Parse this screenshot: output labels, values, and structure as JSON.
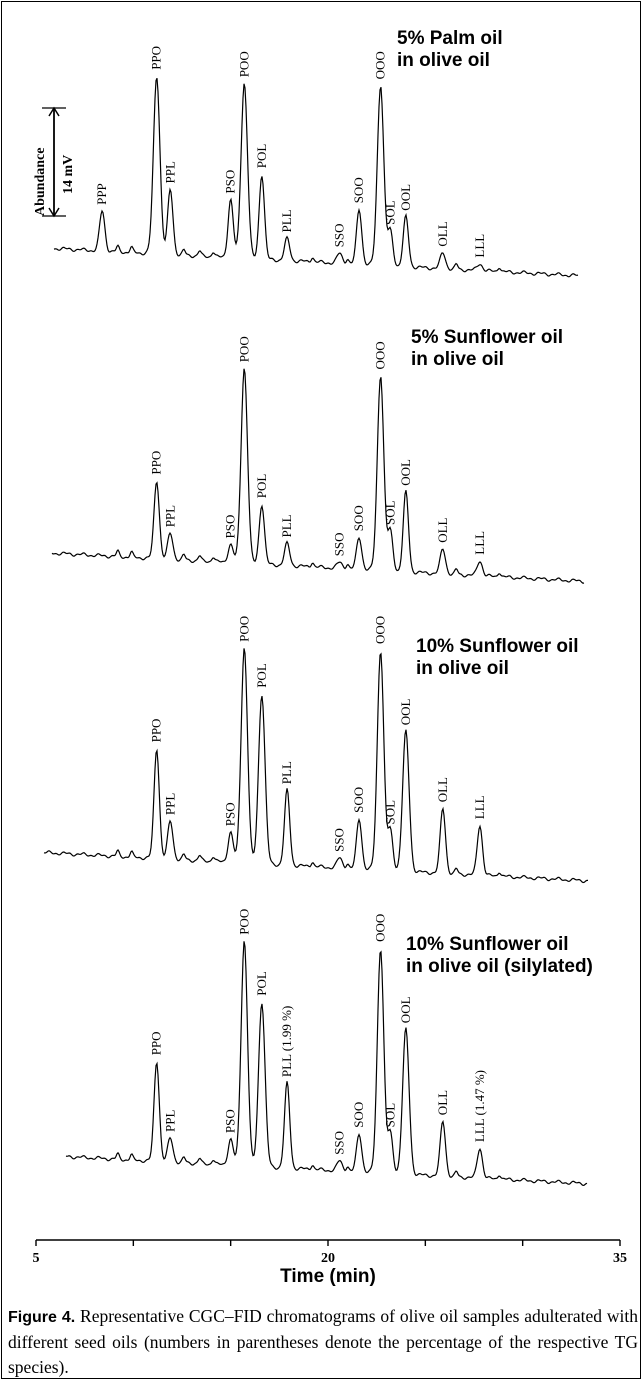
{
  "chart_data": {
    "type": "line",
    "x_axis": {
      "label": "Time (min)",
      "ticks": [
        5,
        20,
        35
      ],
      "range": [
        5,
        35
      ]
    },
    "scale_bar": {
      "axis_label": "Abundance",
      "value_label": "14 mV"
    },
    "panels": [
      {
        "title_lines": [
          "5% Palm oil",
          "in olive oil"
        ],
        "peaks": [
          {
            "label": "PPP",
            "time": 8.4
          },
          {
            "label": "PPO",
            "time": 11.2
          },
          {
            "label": "PPL",
            "time": 11.9
          },
          {
            "label": "PSO",
            "time": 15.0
          },
          {
            "label": "POO",
            "time": 15.7
          },
          {
            "label": "POL",
            "time": 16.6
          },
          {
            "label": "PLL",
            "time": 17.9
          },
          {
            "label": "SSO",
            "time": 20.6
          },
          {
            "label": "SOO",
            "time": 21.6
          },
          {
            "label": "OOO",
            "time": 22.7
          },
          {
            "label": "SOL",
            "time": 23.2
          },
          {
            "label": "OOL",
            "time": 24.0
          },
          {
            "label": "OLL",
            "time": 25.9
          },
          {
            "label": "LLL",
            "time": 27.8
          }
        ]
      },
      {
        "title_lines": [
          "5% Sunflower oil",
          "in olive oil"
        ],
        "peaks": [
          {
            "label": "PPO",
            "time": 11.2
          },
          {
            "label": "PPL",
            "time": 11.9
          },
          {
            "label": "PSO",
            "time": 15.0
          },
          {
            "label": "POO",
            "time": 15.7
          },
          {
            "label": "POL",
            "time": 16.6
          },
          {
            "label": "PLL",
            "time": 17.9
          },
          {
            "label": "SSO",
            "time": 20.6
          },
          {
            "label": "SOO",
            "time": 21.6
          },
          {
            "label": "OOO",
            "time": 22.7
          },
          {
            "label": "SOL",
            "time": 23.2
          },
          {
            "label": "OOL",
            "time": 24.0
          },
          {
            "label": "OLL",
            "time": 25.9
          },
          {
            "label": "LLL",
            "time": 27.8
          }
        ]
      },
      {
        "title_lines": [
          "10% Sunflower oil",
          "in olive oil"
        ],
        "peaks": [
          {
            "label": "PPO",
            "time": 11.2
          },
          {
            "label": "PPL",
            "time": 11.9
          },
          {
            "label": "PSO",
            "time": 15.0
          },
          {
            "label": "POO",
            "time": 15.7
          },
          {
            "label": "POL",
            "time": 16.6
          },
          {
            "label": "PLL",
            "time": 17.9
          },
          {
            "label": "SSO",
            "time": 20.6
          },
          {
            "label": "SOO",
            "time": 21.6
          },
          {
            "label": "OOO",
            "time": 22.7
          },
          {
            "label": "SOL",
            "time": 23.2
          },
          {
            "label": "OOL",
            "time": 24.0
          },
          {
            "label": "OLL",
            "time": 25.9
          },
          {
            "label": "LLL",
            "time": 27.8
          }
        ]
      },
      {
        "title_lines": [
          "10% Sunflower oil",
          "in olive oil (silylated)"
        ],
        "peaks": [
          {
            "label": "PPO",
            "time": 11.2
          },
          {
            "label": "PPL",
            "time": 11.9
          },
          {
            "label": "PSO",
            "time": 15.0
          },
          {
            "label": "POO",
            "time": 15.7
          },
          {
            "label": "POL",
            "time": 16.6
          },
          {
            "label": "PLL (1.99 %)",
            "time": 17.9
          },
          {
            "label": "SSO",
            "time": 20.6
          },
          {
            "label": "SOO",
            "time": 21.6
          },
          {
            "label": "OOO",
            "time": 22.7
          },
          {
            "label": "SOL",
            "time": 23.2
          },
          {
            "label": "OOL",
            "time": 24.0
          },
          {
            "label": "OLL",
            "time": 25.9
          },
          {
            "label": "LLL (1.47 %)",
            "time": 27.8
          }
        ]
      }
    ]
  },
  "caption": {
    "lead": "Figure 4.",
    "text": " Representative CGC–FID chromatograms of olive oil samples adulterated with different seed oils (numbers in parentheses denote the percentage of the respective TG species)."
  }
}
